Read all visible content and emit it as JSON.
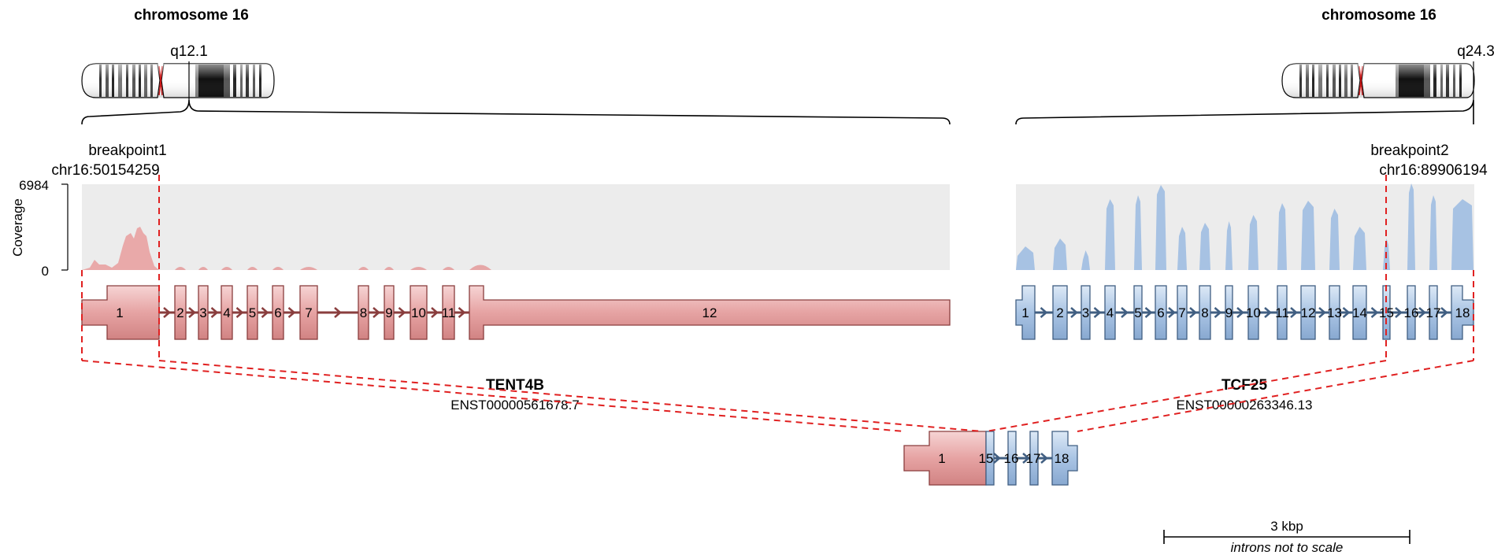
{
  "left": {
    "chromosome": "chromosome 16",
    "band": "q12.1",
    "breakpoint_label": "breakpoint1",
    "breakpoint_position": "chr16:50154259",
    "gene": "TENT4B",
    "transcript": "ENST00000561678.7",
    "exons": [
      "1",
      "2",
      "3",
      "4",
      "5",
      "6",
      "7",
      "8",
      "9",
      "10",
      "11",
      "12"
    ]
  },
  "right": {
    "chromosome": "chromosome 16",
    "band": "q24.3",
    "breakpoint_label": "breakpoint2",
    "breakpoint_position": "chr16:89906194",
    "gene": "TCF25",
    "transcript": "ENST00000263346.13",
    "exons": [
      "1",
      "2",
      "3",
      "4",
      "5",
      "6",
      "7",
      "8",
      "9",
      "10",
      "11",
      "12",
      "13",
      "14",
      "15",
      "16",
      "17",
      "18"
    ]
  },
  "coverage": {
    "axis_title": "Coverage",
    "max": "6984",
    "min": "0"
  },
  "fusion": {
    "exons": [
      "1",
      "15",
      "16",
      "17",
      "18"
    ]
  },
  "scale": {
    "length": "3 kbp",
    "note": "introns not to scale"
  },
  "colors": {
    "left_fill": "#e49a9a",
    "left_fill_light": "#f3c9c9",
    "left_stroke": "#8a3e3e",
    "right_fill": "#a7c2e3",
    "right_fill_light": "#d6e4f4",
    "right_stroke": "#415f82",
    "breakpoint": "#e02020",
    "coverage_bg": "#ececec"
  }
}
